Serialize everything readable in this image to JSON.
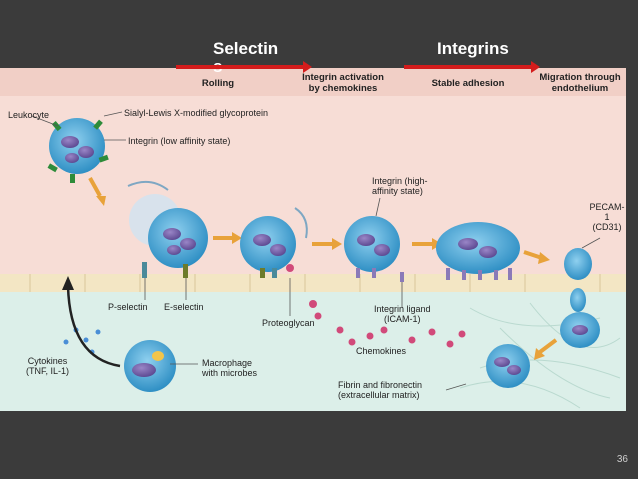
{
  "headings": {
    "selectins": "Selectin\ns",
    "integrins": "Integrins"
  },
  "stages": [
    "Rolling",
    "Integrin activation\nby chemokines",
    "Stable adhesion",
    "Migration through\nendothelium"
  ],
  "labels": {
    "leukocyte": "Leukocyte",
    "sialyl": "Sialyl-Lewis X-modified glycoprotein",
    "integrin_low": "Integrin (low affinity state)",
    "integrin_high": "Integrin (high-\naffinity state)",
    "pecam": "PECAM-1\n(CD31)",
    "p_selectin": "P-selectin",
    "e_selectin": "E-selectin",
    "proteoglycan": "Proteoglycan",
    "integrin_ligand": "Integrin ligand\n(ICAM-1)",
    "chemokines": "Chemokines",
    "cytokines": "Cytokines\n(TNF, IL-1)",
    "macrophage": "Macrophage\nwith microbes",
    "fibrin": "Fibrin and fibronectin\n(extracellular matrix)"
  },
  "page_number": "36",
  "colors": {
    "background": "#3b3b3b",
    "vessel": "#f6dcd4",
    "tissue": "#dcefe9",
    "cell": "#4aa8d6",
    "arrow": "#d41c1c",
    "step_arrow": "#e8a23a"
  }
}
